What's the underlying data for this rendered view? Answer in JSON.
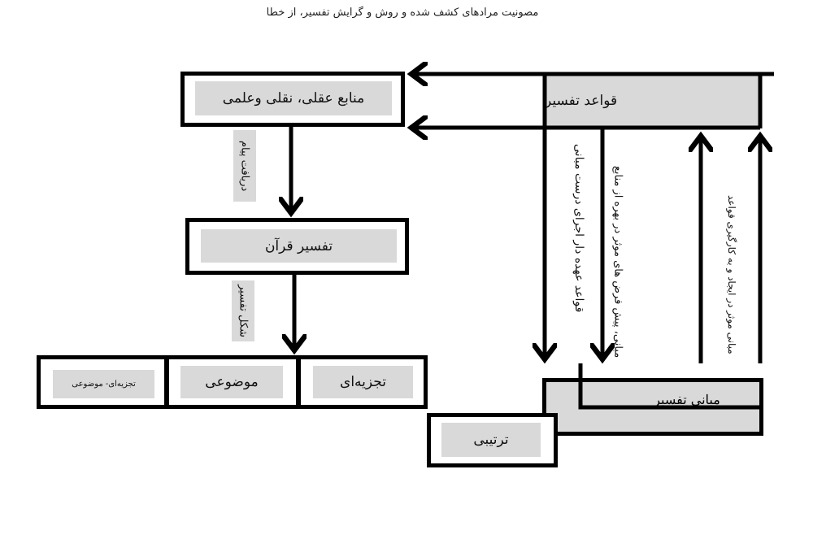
{
  "title": "مصونیت مرادهای کشف شده و روش و گرایش تفسیر، از خطا",
  "nodes": {
    "sources": "منابع عقلی، نقلی وعلمی",
    "quran_tafsir": "تفسیر قرآن",
    "rules": "قواعد تفسیر",
    "foundations": "مبانی تفسیر",
    "analytic": "تجزیه‌ای",
    "thematic": "موضوعی",
    "analytic_thematic": "تجزیه‌ای- موضوعی",
    "sequential": "ترتیبی"
  },
  "edge_labels": {
    "receive_message": "دریافت پیام",
    "tafsir_form": "شکل تفسیر",
    "rules_execute": "قواعد عهده دار اجرای درست مبانی",
    "presuppositions": "مبانی، پیش فرض های موثر در بهره از منابع",
    "foundations_effect": "مبانی موثر در ایجاد و به کارگیری قواعد"
  }
}
